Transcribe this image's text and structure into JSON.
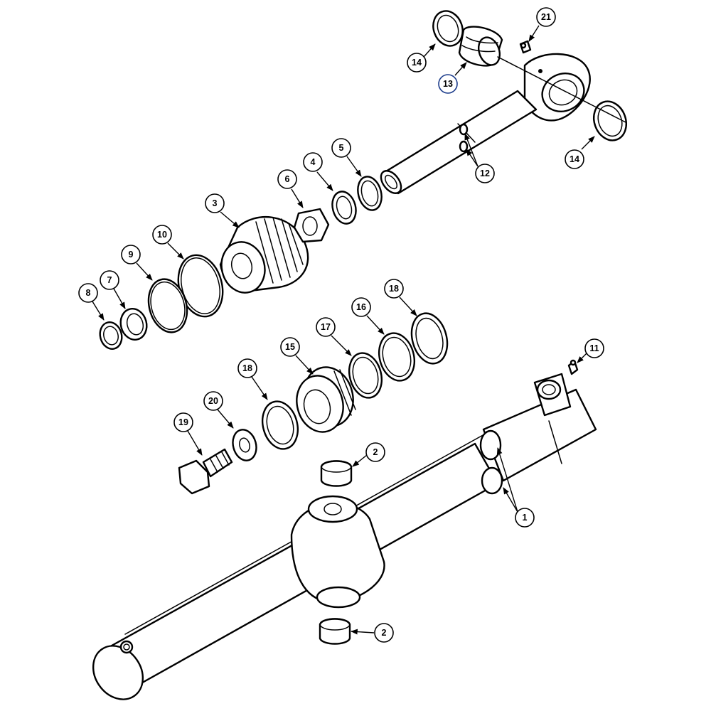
{
  "callouts": {
    "c21": "21",
    "c14a": "14",
    "c13": "13",
    "c14b": "14",
    "c12": "12",
    "c5": "5",
    "c4": "4",
    "c6": "6",
    "c3": "3",
    "c10": "10",
    "c9": "9",
    "c7": "7",
    "c8": "8",
    "c18a": "18",
    "c16": "16",
    "c17": "17",
    "c15": "15",
    "c18b": "18",
    "c20": "20",
    "c19": "19",
    "c11": "11",
    "c2a": "2",
    "c1": "1",
    "c2b": "2"
  },
  "colors": {
    "ink": "#000000",
    "background": "#ffffff",
    "highlight": "#1a3a8a"
  }
}
